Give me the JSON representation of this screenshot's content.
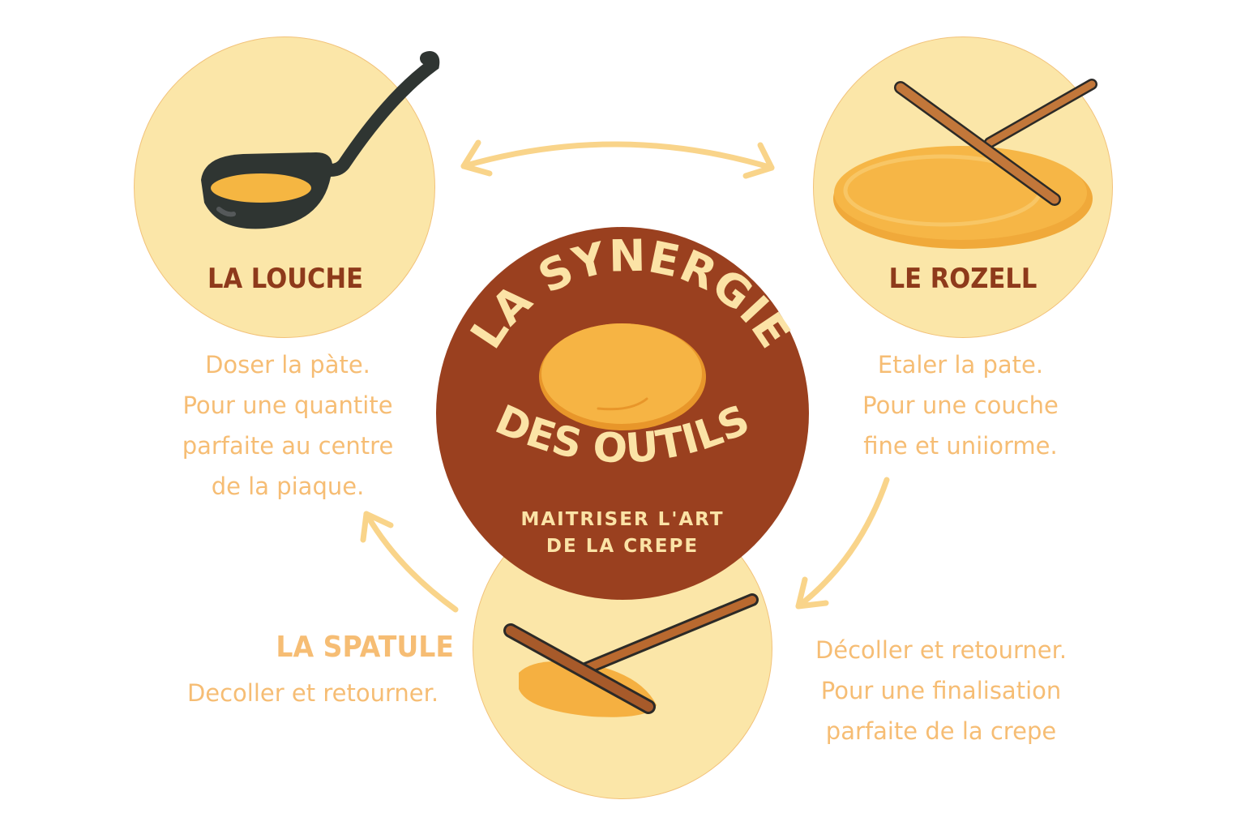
{
  "title": {
    "line1": "LA SYNERGIE",
    "line2": "DES OUTILS",
    "subtitle_line1": "MAITRISER L'ART",
    "subtitle_line2": "DE LA CREPE"
  },
  "tools": [
    {
      "id": "louche",
      "name": "LA LOUCHE",
      "icon": "ladle-icon",
      "description": [
        "Doser la pàte.",
        "Pour une quantite",
        "parfaite au centre",
        "de la piaque."
      ]
    },
    {
      "id": "rozell",
      "name": "LE ROZELL",
      "icon": "crepe-spreader-icon",
      "description": [
        "Etaler la pate.",
        "Pour une couche",
        "fine et uniiorme."
      ]
    },
    {
      "id": "spatule",
      "name": "LA SPATULE",
      "icon": "spatula-icon",
      "description": [
        "Decoller et retourner."
      ],
      "side_description": [
        "Décoller et retourner.",
        "Pour une finalisation",
        "parfaite de la crepe"
      ]
    }
  ],
  "arrows": [
    {
      "from": "louche",
      "to": "rozell",
      "type": "double-headed"
    },
    {
      "from": "rozell",
      "to": "spatule",
      "type": "single"
    },
    {
      "from": "spatule",
      "to": "louche",
      "type": "single"
    }
  ],
  "colors": {
    "background": "#ffffff",
    "tool_circle_fill": "#fbe6a8",
    "tool_circle_border": "#f2c27a",
    "center_circle": "#9a401f",
    "title_text": "#fbe3a6",
    "tool_name": "#8e3a1b",
    "description_text": "#f6bd74",
    "arrow": "#f9d48a",
    "crepe": "#f5b041",
    "wood": "#b8692f",
    "ladle": "#2f3532"
  }
}
